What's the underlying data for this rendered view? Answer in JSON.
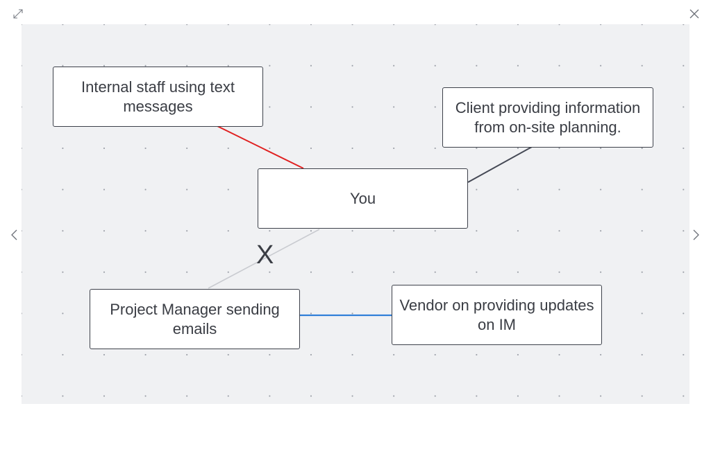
{
  "viewer": {
    "controls": {
      "expand_icon": "expand-icon",
      "close_icon": "close-icon",
      "prev_icon": "chevron-left-icon",
      "next_icon": "chevron-right-icon"
    }
  },
  "diagram": {
    "nodes": {
      "internal_staff": "Internal staff using text messages",
      "client": "Client providing information from on-site planning.",
      "you": "You",
      "project_manager": "Project Manager sending emails",
      "vendor": "Vendor on providing updates on IM"
    },
    "annotation": "X",
    "colors": {
      "internal_staff_edge": "#e02020",
      "client_edge": "#454955",
      "project_manager_edge": "#c9cbd0",
      "vendor_edge": "#2f7fd8"
    }
  }
}
